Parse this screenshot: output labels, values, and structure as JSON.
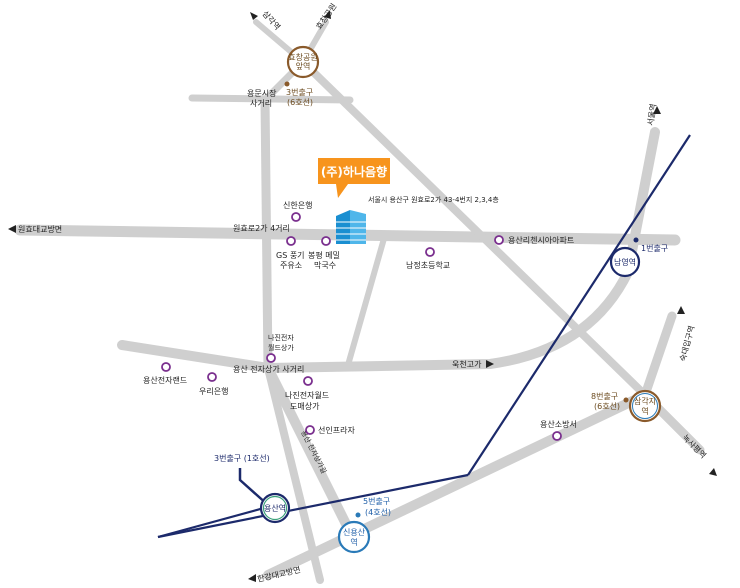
{
  "company": {
    "name": "(주)하나음향",
    "address": "서울시 용산구 원효로2가 43-4번지 2,3,4층",
    "bubble_color": "#f7941d"
  },
  "colors": {
    "road": "#cfcfcf",
    "subway_line": "#1c2a6b",
    "poi": "#7a2f8e",
    "station_brown": "#8a5a2b",
    "station_navy": "#1c2a6b",
    "station_blue": "#2a7ab8",
    "station_green": "#3aa07a"
  },
  "roads": {
    "top_left_dir": "삼각역",
    "top_right_dir": "효창공원",
    "left_dir": "원효대교방면",
    "right_top_dir": "서울역",
    "right_dir": "숙대입구역",
    "lower_right_dir": "녹사평역",
    "bottom_dir": "한강대교방면",
    "main_road": "원효로2가 4거리",
    "market_cross_1": "용문시장",
    "market_cross_2": "사거리",
    "electronic_cross": "용산 전자상가 사거리",
    "ramp": "욱천고가",
    "diagonal_road": "용산 전자상가길"
  },
  "stations": {
    "hyochang": {
      "line1": "효창공원",
      "line2": "앞역",
      "exit": "3번출구",
      "exit_line": "(6호선)"
    },
    "namyeong": {
      "name": "남영역",
      "exit": "1번출구"
    },
    "samgakji": {
      "line1": "삼각지",
      "line2": "역",
      "exit": "8번출구",
      "exit_line": "(6호선)"
    },
    "yongsan": {
      "name": "용산역",
      "exit": "3번출구 (1호선)"
    },
    "sinyongsan": {
      "line1": "신용산",
      "line2": "역",
      "exit": "5번출구",
      "exit_line": "(4호선)"
    }
  },
  "pois": {
    "shinhan": "신한은행",
    "gs_1": "GS 풍기",
    "gs_2": "주유소",
    "noodle_1": "봉평 메밀",
    "noodle_2": "막국수",
    "namjeong": "남정초등학교",
    "apartment": "용산리첸시아아파트",
    "najin_1": "나진전자",
    "najin_2": "월드상가",
    "electronicland": "용산전자랜드",
    "woori": "우리은행",
    "najin_world_1": "나진전자월드",
    "najin_world_2": "도매상가",
    "sunin": "선인프라자",
    "fire": "용산소방서"
  }
}
